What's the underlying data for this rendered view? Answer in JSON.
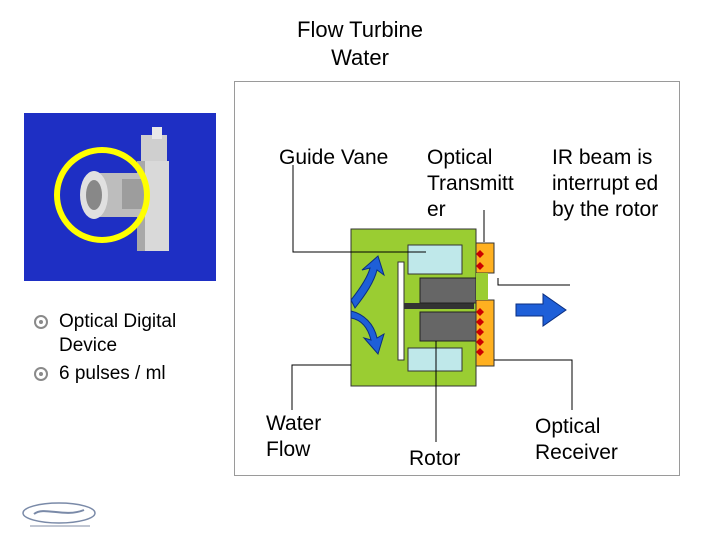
{
  "title": {
    "line1": "Flow Turbine",
    "line2": "Water"
  },
  "bullets": [
    "Optical Digital Device",
    "6 pulses / ml"
  ],
  "diagram": {
    "guide_vane": "Guide Vane",
    "optical_transmitter": "Optical Transmitt er",
    "ir_beam": "IR beam is interrupt ed by the rotor",
    "water_flow": "Water Flow",
    "rotor": "Rotor",
    "optical_receiver": "Optical Receiver"
  },
  "colors": {
    "photo_background": "#1e2fc4",
    "highlight_ring": "#ffff00",
    "housing": "#9acd32",
    "flow_arrow": "#1e5fd8",
    "led_orange": "#ffb020",
    "led_dot": "#cc0000"
  }
}
